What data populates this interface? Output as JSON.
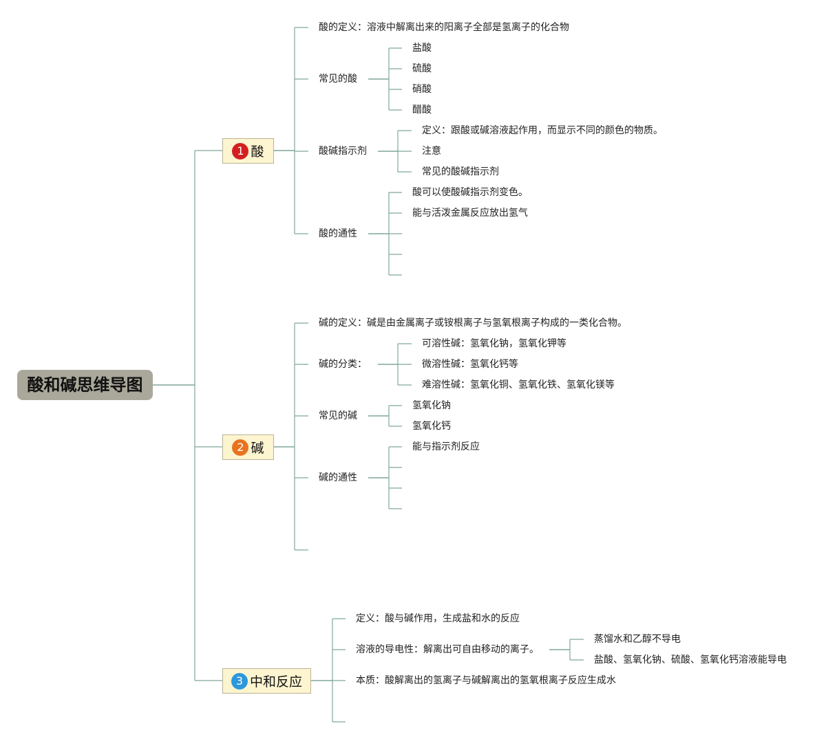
{
  "root": {
    "label": "酸和碱思维导图"
  },
  "colors": {
    "line": "#7fa69a",
    "badge1": "#d41f1f",
    "badge2": "#e8731e",
    "badge3": "#2d97dc"
  },
  "acid": {
    "badge": "1",
    "label": "酸",
    "definition": "酸的定义：溶液中解离出来的阳离子全部是氢离子的化合物",
    "common": {
      "label": "常见的酸",
      "items": [
        "盐酸",
        "硫酸",
        "硝酸",
        "醋酸"
      ]
    },
    "indicator": {
      "label": "酸碱指示剂",
      "items": [
        "定义：跟酸或碱溶液起作用，而显示不同的颜色的物质。",
        "注意",
        "常见的酸碱指示剂"
      ]
    },
    "properties": {
      "label": "酸的通性",
      "items": [
        "酸可以使酸碱指示剂变色。",
        "能与活泼金属反应放出氢气",
        "",
        "",
        ""
      ]
    }
  },
  "base": {
    "badge": "2",
    "label": "碱",
    "definition": "碱的定义：碱是由金属离子或铵根离子与氢氧根离子构成的一类化合物。",
    "classification": {
      "label": "碱的分类：",
      "items": [
        "可溶性碱：氢氧化钠，氢氧化钾等",
        "微溶性碱：氢氧化钙等",
        "难溶性碱：氢氧化铜、氢氧化铁、氢氧化镁等"
      ]
    },
    "common": {
      "label": "常见的碱",
      "items": [
        "氢氧化钠",
        "氢氧化钙"
      ]
    },
    "properties": {
      "label": "碱的通性",
      "items": [
        "能与指示剂反应",
        "",
        "",
        ""
      ]
    }
  },
  "neutral": {
    "badge": "3",
    "label": "中和反应",
    "definition": "定义：酸与碱作用，生成盐和水的反应",
    "conductivity": {
      "label": "溶液的导电性：解离出可自由移动的离子。",
      "items": [
        "蒸馏水和乙醇不导电",
        "盐酸、氢氧化钠、硫酸、氢氧化钙溶液能导电"
      ]
    },
    "essence": "本质：酸解离出的氢离子与碱解离出的氢氧根离子反应生成水"
  }
}
